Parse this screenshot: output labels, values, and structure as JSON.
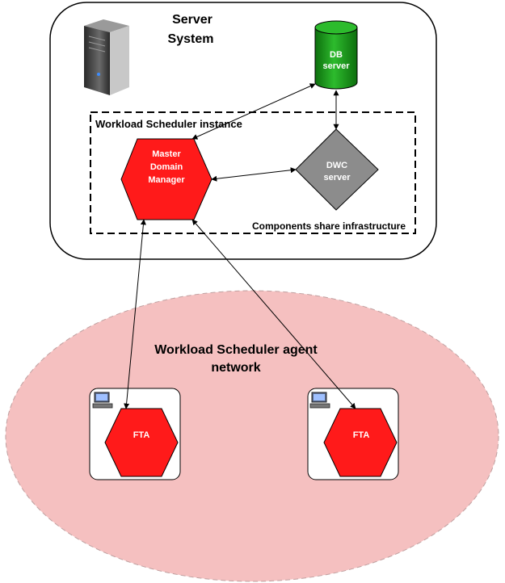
{
  "server_system": {
    "title_line1": "Server",
    "title_line2": "System"
  },
  "db_server": {
    "line1": "DB",
    "line2": "server",
    "color": "#1f9b1f"
  },
  "instance": {
    "title": "Workload Scheduler instance",
    "note": "Components share infrastructure"
  },
  "mdm": {
    "line1": "Master",
    "line2": "Domain",
    "line3": "Manager",
    "color": "#ff1a1a"
  },
  "dwc": {
    "line1": "DWC",
    "line2": "server",
    "color": "#8c8c8c"
  },
  "agent_network": {
    "line1": "Workload Scheduler agent",
    "line2": "network",
    "color": "#f5c0c0"
  },
  "fta_left": {
    "label": "FTA"
  },
  "fta_right": {
    "label": "FTA"
  },
  "icons": [
    "server-tower-icon",
    "workstation-icon"
  ]
}
